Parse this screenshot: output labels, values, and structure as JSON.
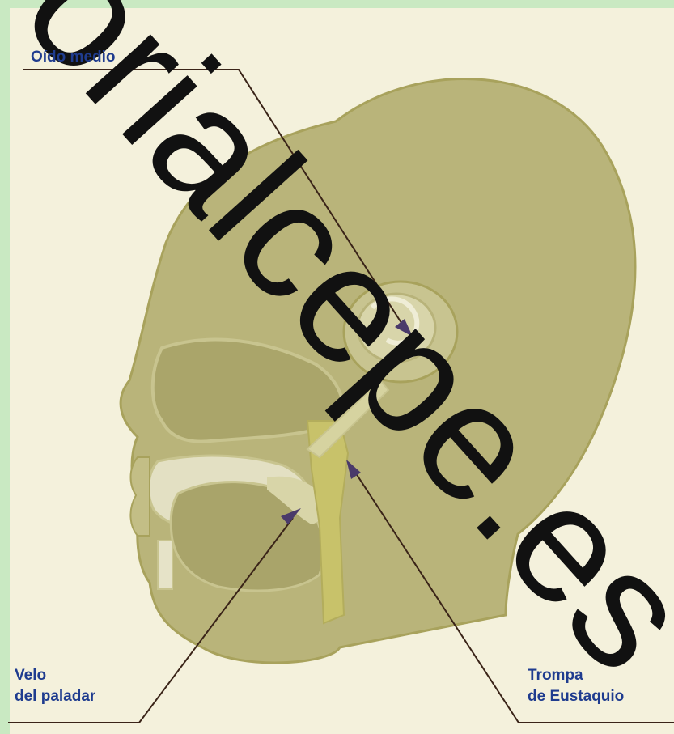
{
  "labels": {
    "oido_medio": "Oído medio",
    "velo_line1": "Velo",
    "velo_line2": "del paladar",
    "trompa_line1": "Trompa",
    "trompa_line2": "de Eustaquio"
  },
  "watermark": "orialcepe.es",
  "colors": {
    "border": "#c9e9c2",
    "background": "#f4f1dc",
    "head": "#b9b47a",
    "head_outline": "#a8a25c",
    "label_text": "#1f3c8f",
    "pointer_line": "#3a2418",
    "arrow_head": "#4a3a6a",
    "watermark": "#111111"
  }
}
